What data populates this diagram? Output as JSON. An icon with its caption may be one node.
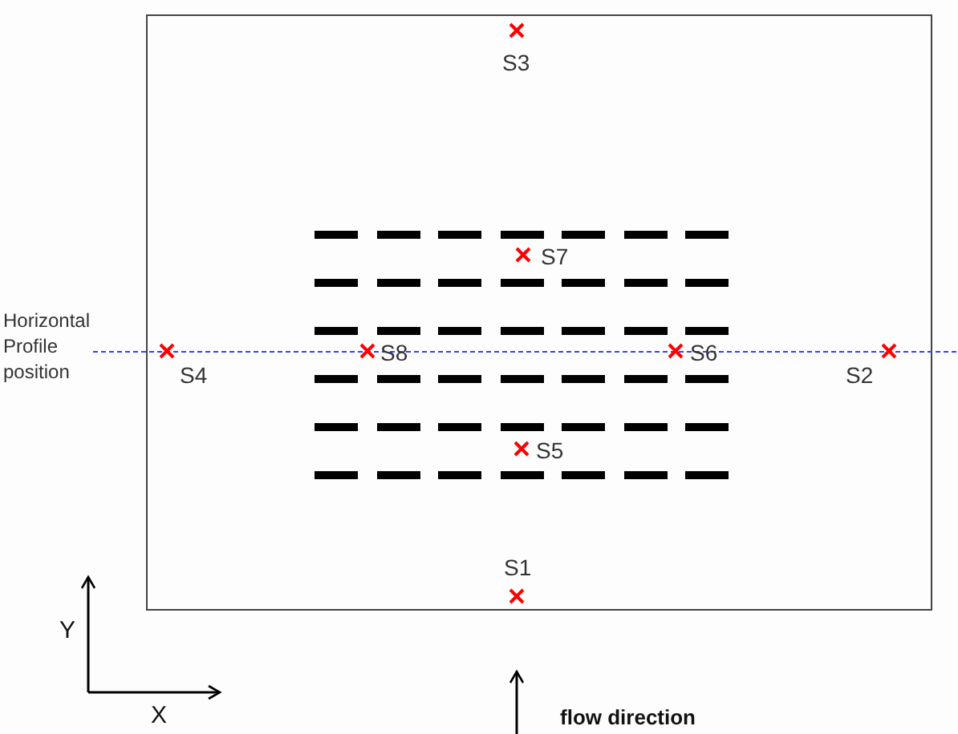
{
  "diagram": {
    "labels": [
      "S3",
      "S7",
      "Horizontal Profile position",
      "S4",
      "S8",
      "S6",
      "S2",
      "S5",
      "S1",
      "Y",
      "X",
      "flow direction"
    ]
  }
}
